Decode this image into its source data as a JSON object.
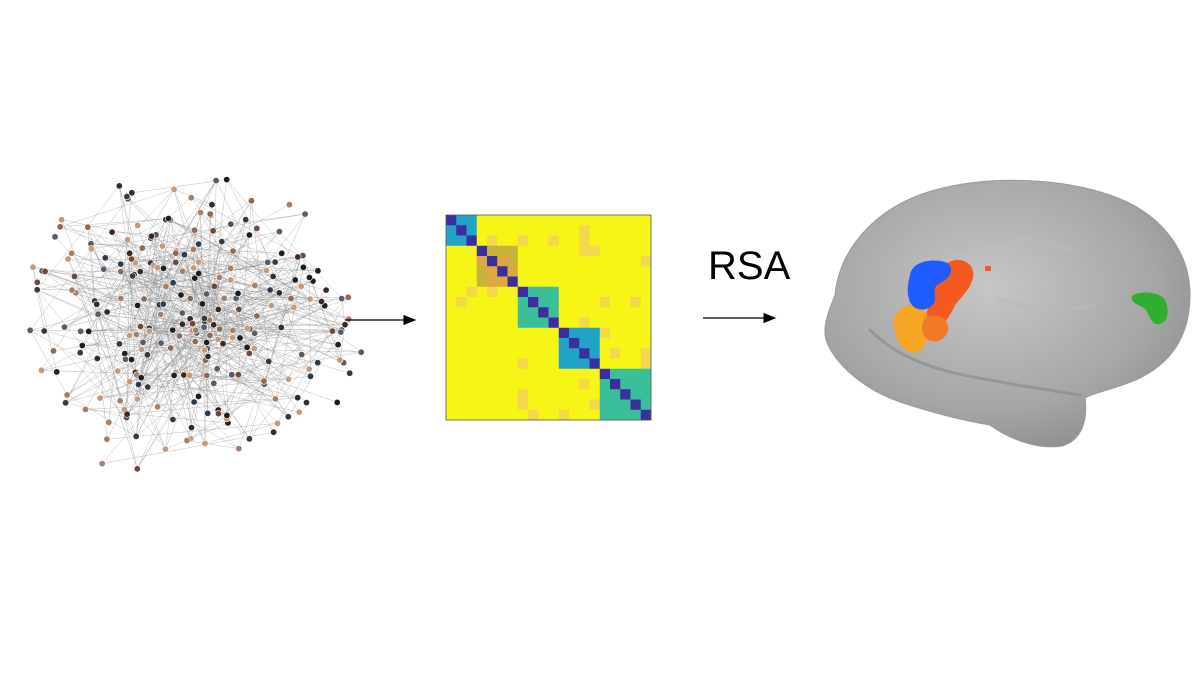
{
  "labels": {
    "rsa": "RSA"
  },
  "panels": [
    {
      "id": "network",
      "description_name": "social-network-graph"
    },
    {
      "id": "matrix",
      "description_name": "similarity-matrix"
    },
    {
      "id": "brain",
      "description_name": "brain-surface-map"
    }
  ],
  "matrix": {
    "blocks": [
      0,
      3,
      7,
      11,
      15
    ],
    "palette": {
      "diagonal": "#3a2ea0",
      "within_low": "#1fa4c8",
      "within_mid": "#3bbf9a",
      "within_high": "#e0a640",
      "between": "#f7f517"
    }
  },
  "colors": {
    "edge": "#8a8a8a",
    "brain": "#a9a9a9",
    "blob_blue": "#1f5cff",
    "blob_orange": "#f25a1f",
    "blob_yellow": "#f5a623",
    "blob_green": "#2fae2f",
    "arrow": "#000000"
  }
}
